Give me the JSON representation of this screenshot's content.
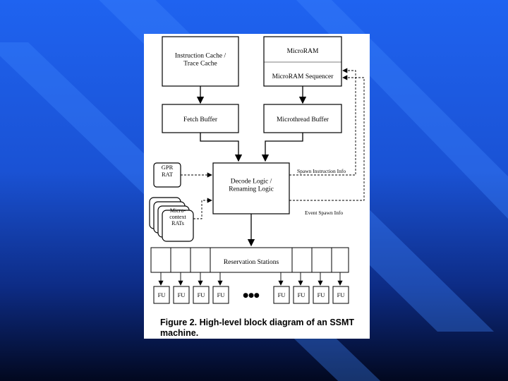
{
  "diagram": {
    "boxes": {
      "icache": "Instruction Cache /\nTrace Cache",
      "microram": "MicroRAM",
      "sequencer": "MicroRAM Sequencer",
      "fetch": "Fetch Buffer",
      "mtbuf": "Microthread Buffer",
      "gpr": "GPR\nRAT",
      "decode": "Decode Logic /\nRenaming Logic",
      "micro": "Micro-\ncontext\nRATs",
      "rs": "Reservation Stations",
      "fu": "FU",
      "ellipsis": "●●●"
    },
    "labels": {
      "spawn_instruction": "Spawn Instruction Info",
      "event_spawn": "Event Spawn Info"
    },
    "caption": "Figure 2. High-level block diagram of an SSMT machine."
  },
  "colors": {
    "background_top": "#1f63f0",
    "background_bottom": "#02081f",
    "paper": "#ffffff",
    "ink": "#000000"
  }
}
